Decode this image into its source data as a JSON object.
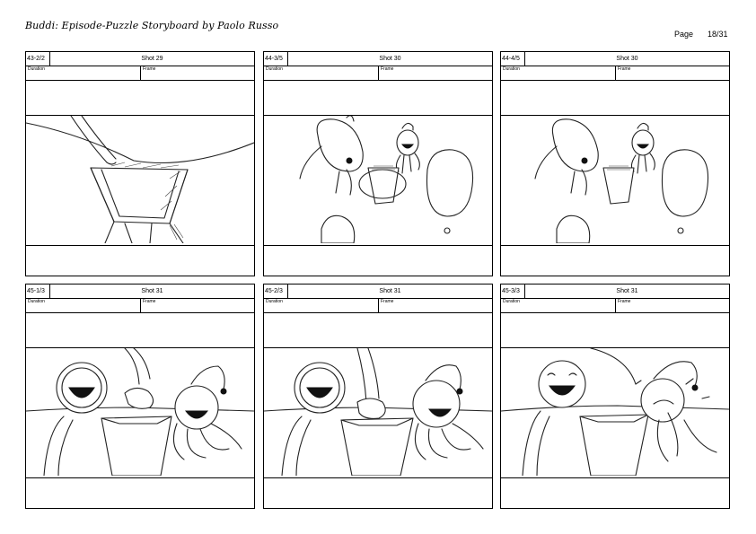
{
  "document": {
    "title": "Buddi: Episode-Puzzle Storyboard by Paolo Russo",
    "page_label": "Page",
    "page_number": "18/31"
  },
  "panels": [
    {
      "scene": "43-2/2",
      "shot": "Shot 29",
      "duration_label": "Duration",
      "frame_label": "Frame"
    },
    {
      "scene": "44-3/5",
      "shot": "Shot 30",
      "duration_label": "Duration",
      "frame_label": "Frame"
    },
    {
      "scene": "44-4/5",
      "shot": "Shot 30",
      "duration_label": "Duration",
      "frame_label": "Frame"
    },
    {
      "scene": "45-1/3",
      "shot": "Shot 31",
      "duration_label": "Duration",
      "frame_label": "Frame"
    },
    {
      "scene": "45-2/3",
      "shot": "Shot 31",
      "duration_label": "Duration",
      "frame_label": "Frame"
    },
    {
      "scene": "45-3/3",
      "shot": "Shot 31",
      "duration_label": "Duration",
      "frame_label": "Frame"
    }
  ]
}
